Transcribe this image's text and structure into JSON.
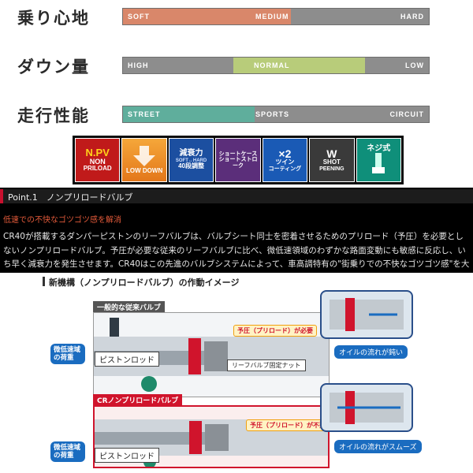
{
  "ratings": [
    {
      "label": "乗り心地",
      "left_text": "SOFT",
      "mid_text": "MEDIUM",
      "right_text": "HARD",
      "fill_color": "#d9876a",
      "highlight_start": 0.0,
      "highlight_end": 0.55
    },
    {
      "label": "ダウン量",
      "left_text": "HIGH",
      "mid_text": "NORMAL",
      "right_text": "LOW",
      "fill_color": "#b8cc7a",
      "highlight_start": 0.36,
      "highlight_end": 0.79
    },
    {
      "label": "走行性能",
      "left_text": "STREET",
      "mid_text": "SPORTS",
      "right_text": "CIRCUIT",
      "fill_color": "#5fae9c",
      "highlight_start": 0.0,
      "highlight_end": 0.43
    }
  ],
  "feature_icons": [
    {
      "line1": "N.PV",
      "line2": "NON",
      "line3": "PRILOAD"
    },
    {
      "line1": "",
      "line2": "",
      "line3": "LOW DOWN"
    },
    {
      "line1": "減衰力",
      "line2": "SOFT↔HARD",
      "line3": "40段調整"
    },
    {
      "line1": "ショートケース",
      "line2": "ショートストローク",
      "line3": ""
    },
    {
      "line1": "×2",
      "line2": "ツイン",
      "line3": "コーティング"
    },
    {
      "line1": "W",
      "line2": "SHOT",
      "line3": "PEENING"
    },
    {
      "line1": "ネジ式",
      "line2": "",
      "line3": ""
    }
  ],
  "point": {
    "title": "Point.1　ノンプリロードバルブ",
    "subhead": "低速での不快なゴツゴツ感を解消",
    "body": "CR40が搭載するダンパーピストンのリーフバルブは、バルブシート同士を密着させるためのプリロード（予圧）を必要としないノンプリロードバルブ。予圧が必要な従来のリーフバルブに比べ、微低速領域のわずかな路面変動にも敏感に反応し、いち早く減衰力を発生させます。CR40はこの先進のバルブシステムによって、車高調特有の\"街乗りでの不快なゴツゴツ感\"を大幅に軽減させています。"
  },
  "diagram": {
    "title": "新機構（ノンプリロードバルブ）の作動イメージ",
    "top_section_label": "一般的な従来バルブ",
    "top_callout": "予圧（プリロード）が必要",
    "top_zoom_caption": "オイルの流れが鈍い",
    "top_load_tag": "微低速域の荷重",
    "top_rod_label": "ピストンロッド",
    "nut_label": "リーフバルブ固定ナット",
    "bottom_section_label": "CRノンプリロードバルブ",
    "bottom_callout": "予圧（プリロード）が不要",
    "bottom_zoom_caption": "オイルの流れがスムーズ",
    "bottom_load_tag": "微低速域の荷重",
    "bottom_rod_label": "ピストンロッド",
    "accent_blue": "#1a6cc0",
    "accent_red": "#d0142c"
  }
}
